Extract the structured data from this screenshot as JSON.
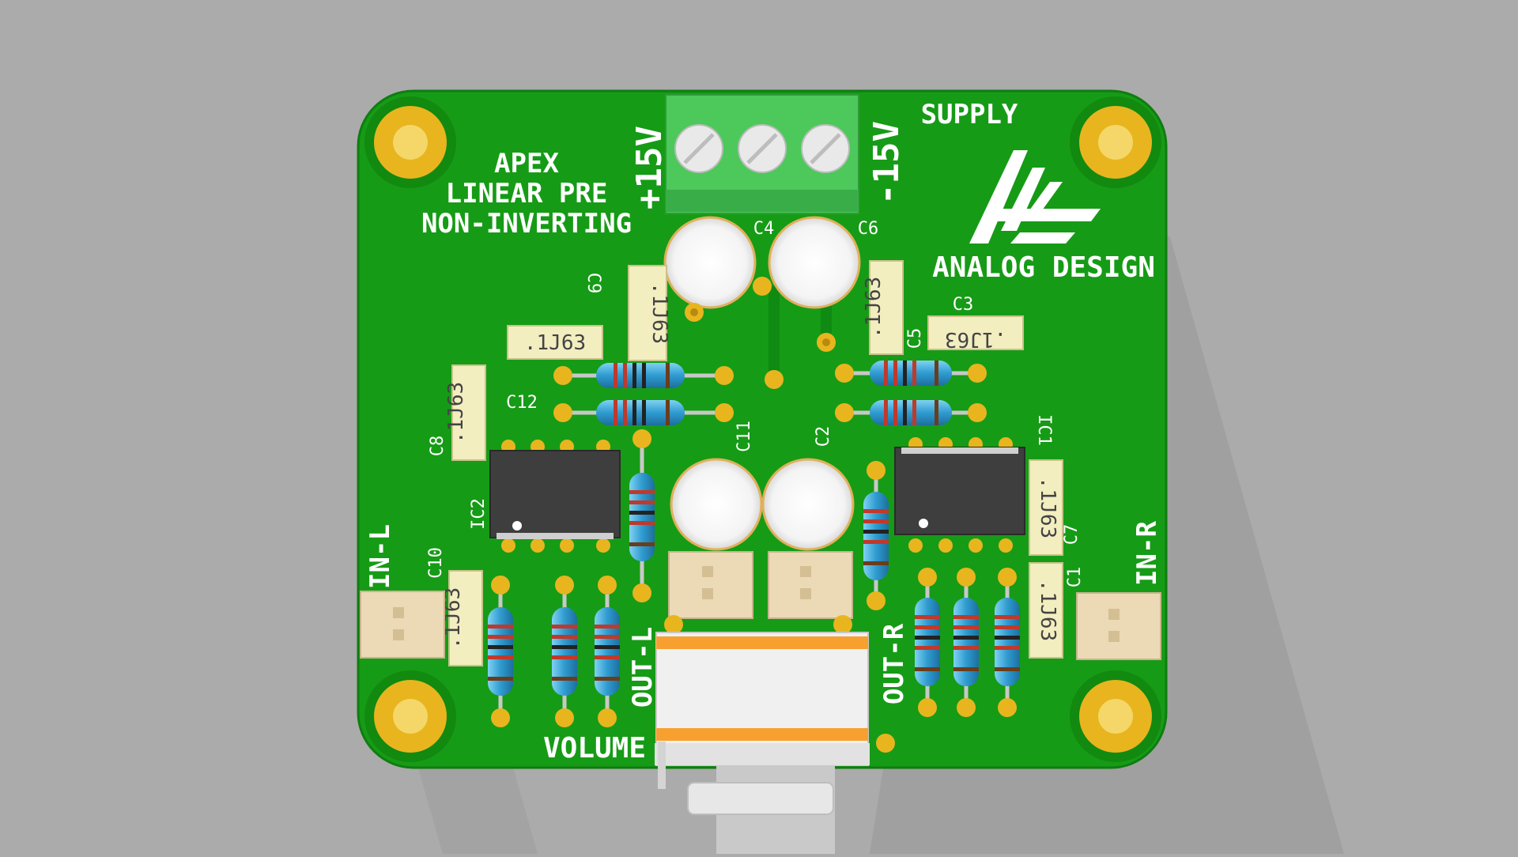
{
  "board": {
    "title_lines": [
      "APEX",
      "LINEAR PRE",
      "NON-INVERTING"
    ],
    "logo_text": "ANALOG DESIGN",
    "supply_label": "SUPPLY",
    "plus_label": "+15V",
    "minus_label": "-15V",
    "in_left": "IN-L",
    "in_right": "IN-R",
    "out_left": "OUT-L",
    "out_right": "OUT-R",
    "volume": "VOLUME",
    "cap_value": ".1J63",
    "refs": {
      "c1": "C1",
      "c2": "C2",
      "c3": "C3",
      "c4": "C4",
      "c5": "C5",
      "c6": "C6",
      "c7": "C7",
      "c8": "C8",
      "c9": "C9",
      "c10": "C10",
      "c11": "C11",
      "c12": "C12",
      "ic1": "IC1",
      "ic2": "IC2"
    }
  },
  "colors": {
    "background": "#ababab",
    "pcb": "#169b16",
    "pad_gold": "#e8b51f",
    "silkscreen": "#ffffff",
    "terminal_green": "#6edf78",
    "film_cap": "#f3eec0",
    "resistor": "#3da9d9",
    "pot_band": "#f7a030"
  }
}
